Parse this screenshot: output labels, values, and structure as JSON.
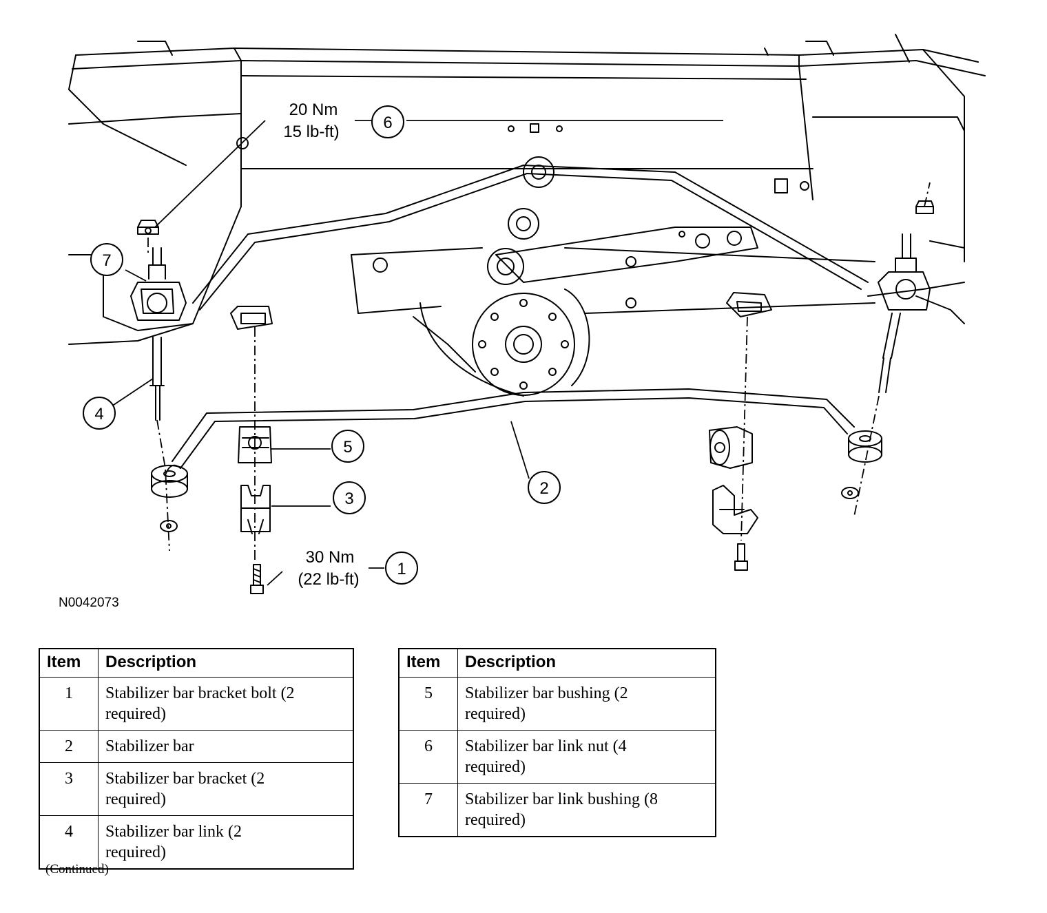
{
  "figure": {
    "id": "N0042073",
    "torque_upper": {
      "nm": "20 Nm",
      "lbft": "15 lb-ft)"
    },
    "torque_lower": {
      "nm": "30 Nm",
      "lbft": "(22 lb-ft)"
    },
    "callouts": [
      "1",
      "2",
      "3",
      "4",
      "5",
      "6",
      "7"
    ]
  },
  "tables": {
    "header_item": "Item",
    "header_description": "Description",
    "left": [
      {
        "item": "1",
        "desc_l1": "Stabilizer bar bracket bolt (2",
        "desc_l2": "required)"
      },
      {
        "item": "2",
        "desc_l1": "Stabilizer bar",
        "desc_l2": ""
      },
      {
        "item": "3",
        "desc_l1": "Stabilizer bar bracket (2",
        "desc_l2": "required)"
      },
      {
        "item": "4",
        "desc_l1": "Stabilizer bar link (2",
        "desc_l2": "required)"
      }
    ],
    "right": [
      {
        "item": "5",
        "desc_l1": "Stabilizer bar bushing (2",
        "desc_l2": "required)"
      },
      {
        "item": "6",
        "desc_l1": "Stabilizer bar link nut (4",
        "desc_l2": "required)"
      },
      {
        "item": "7",
        "desc_l1": "Stabilizer bar link bushing (8",
        "desc_l2": "required)"
      }
    ]
  },
  "continued": "(Continued)"
}
